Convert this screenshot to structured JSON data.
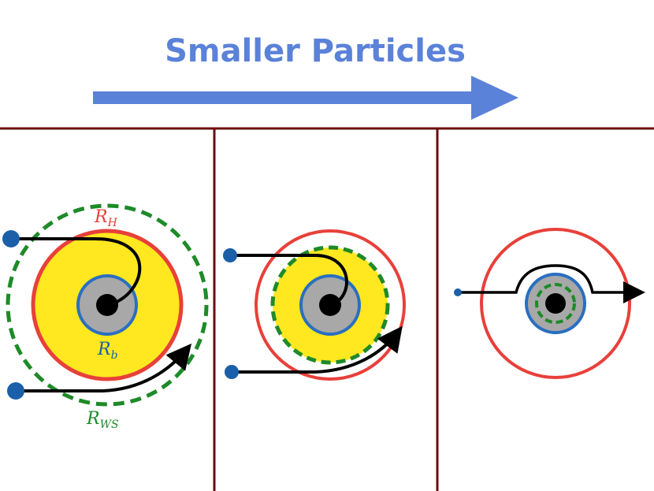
{
  "title": "Smaller Particles",
  "labels": {
    "hydro": {
      "main": "R",
      "sub": "H"
    },
    "bare": {
      "main": "R",
      "sub": "b"
    },
    "ws": {
      "main": "R",
      "sub": "WS"
    }
  },
  "colors": {
    "arrow": "#5b82d9",
    "divider": "#6b0e0e",
    "hydro_ring": "#e8403a",
    "yellow": "#ffe81f",
    "core_grey": "#a8a8a8",
    "core_ring": "#2a6fc0",
    "ws_dash": "#1e8a28",
    "particle": "#1a5fa8",
    "path": "#000000"
  },
  "panels": [
    "left",
    "middle",
    "right"
  ]
}
